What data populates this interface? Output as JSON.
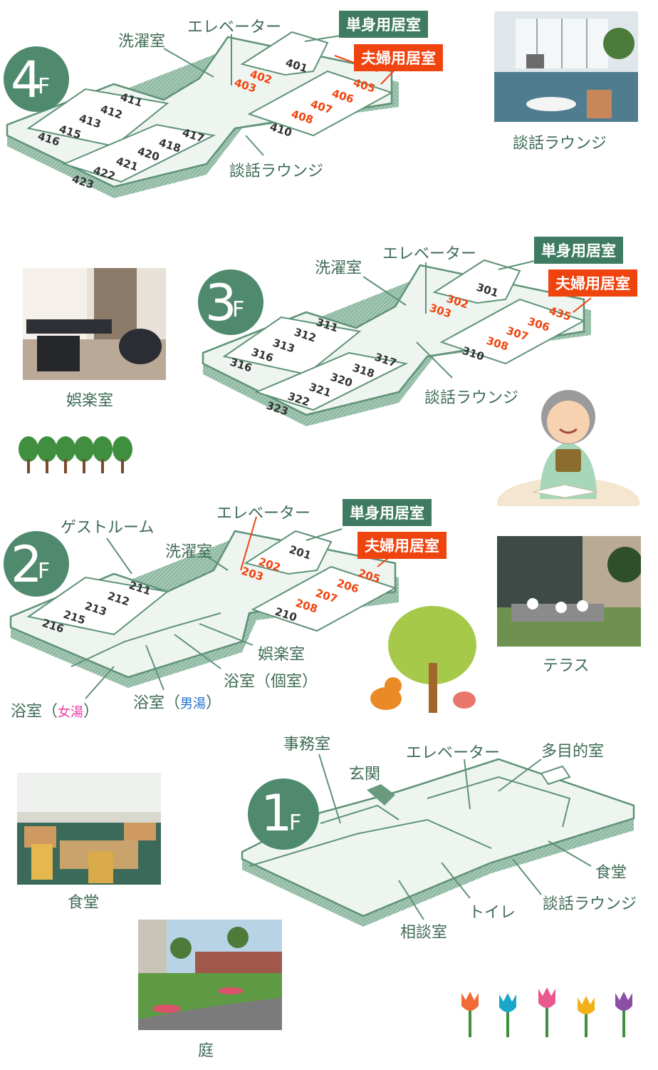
{
  "floors": [
    {
      "id": "4F",
      "number": "4",
      "suffix": "F",
      "labels": {
        "laundry": "洗濯室",
        "elevator": "エレベーター",
        "lounge": "談話ラウンジ"
      },
      "single": "単身用居室",
      "couple": "夫婦用居室",
      "rooms_single": [
        "401",
        "410",
        "411",
        "412",
        "413",
        "415",
        "416",
        "417",
        "418",
        "420",
        "421",
        "422",
        "423"
      ],
      "rooms_couple": [
        "402",
        "403",
        "405",
        "406",
        "407",
        "408"
      ]
    },
    {
      "id": "3F",
      "number": "3",
      "suffix": "F",
      "labels": {
        "laundry": "洗濯室",
        "elevator": "エレベーター",
        "lounge": "談話ラウンジ"
      },
      "single": "単身用居室",
      "couple": "夫婦用居室",
      "rooms_single": [
        "301",
        "310",
        "311",
        "312",
        "313",
        "316",
        "316",
        "317",
        "318",
        "320",
        "321",
        "322",
        "323"
      ],
      "rooms_couple": [
        "302",
        "303",
        "435",
        "306",
        "307",
        "308"
      ]
    },
    {
      "id": "2F",
      "number": "2",
      "suffix": "F",
      "labels": {
        "guest": "ゲストルーム",
        "laundry": "洗濯室",
        "elevator": "エレベーター",
        "recreation": "娯楽室",
        "bath_private": "浴室（個室）",
        "bath_men_a": "浴室（",
        "bath_men_b": "男湯",
        "bath_men_c": "）",
        "bath_women_a": "浴室（",
        "bath_women_b": "女湯",
        "bath_women_c": "）"
      },
      "single": "単身用居室",
      "couple": "夫婦用居室",
      "rooms_single": [
        "201",
        "210",
        "211",
        "212",
        "213",
        "215",
        "216"
      ],
      "rooms_couple": [
        "202",
        "203",
        "205",
        "206",
        "207",
        "208"
      ]
    },
    {
      "id": "1F",
      "number": "1",
      "suffix": "F",
      "labels": {
        "office": "事務室",
        "entrance": "玄関",
        "elevator": "エレベーター",
        "multipurpose": "多目的室",
        "dining": "食堂",
        "lounge": "談話ラウンジ",
        "toilet": "トイレ",
        "consultation": "相談室"
      }
    }
  ],
  "photos": [
    {
      "id": "lounge",
      "caption": "談話ラウンジ"
    },
    {
      "id": "recreation",
      "caption": "娯楽室"
    },
    {
      "id": "terrace",
      "caption": "テラス"
    },
    {
      "id": "dining",
      "caption": "食堂"
    },
    {
      "id": "garden",
      "caption": "庭"
    }
  ],
  "colors": {
    "floor_fill": "#e9f2ec",
    "floor_line": "#5f9277",
    "shadow": "#8fb9a3",
    "text": "#3f6b56",
    "single": "#3f7b62",
    "couple": "#f0440f",
    "circle": "#4f8a6e"
  }
}
